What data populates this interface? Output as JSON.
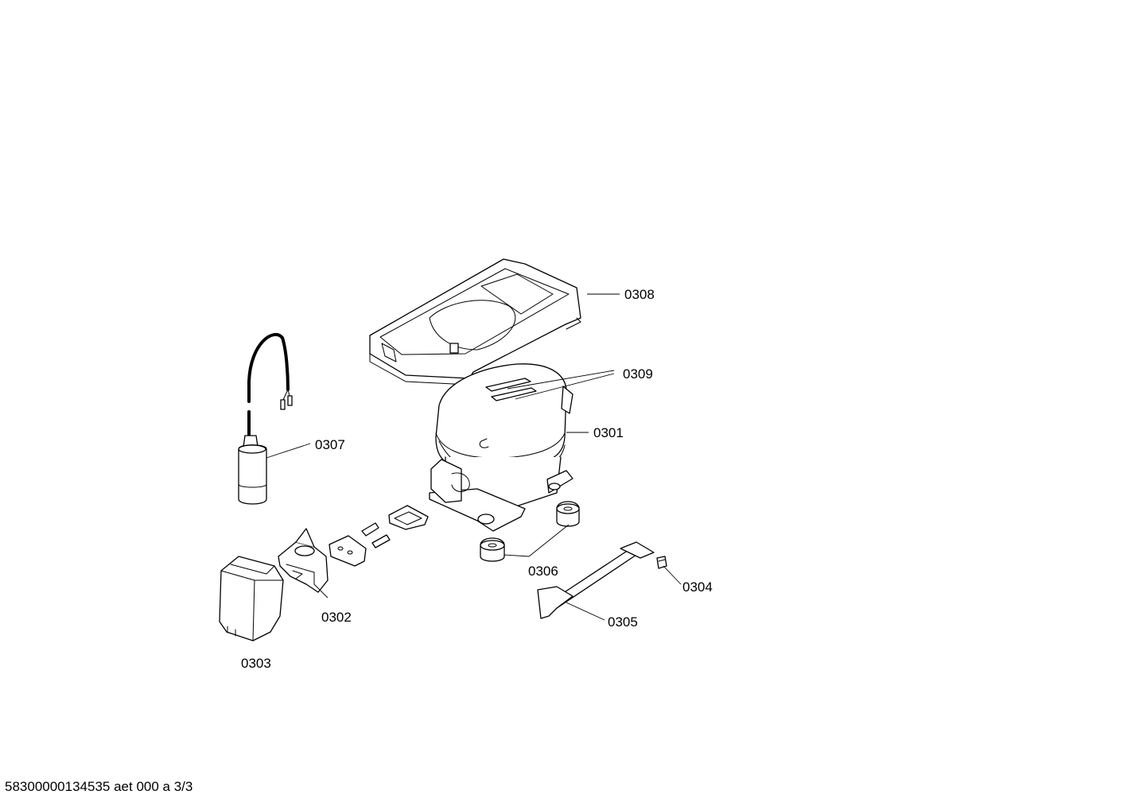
{
  "callouts": {
    "p0301": "0301",
    "p0302": "0302",
    "p0303": "0303",
    "p0304": "0304",
    "p0305": "0305",
    "p0306": "0306",
    "p0307": "0307",
    "p0308": "0308",
    "p0309": "0309"
  },
  "footer": {
    "document_id": "58300000134535 aet 000 a 3/3"
  }
}
